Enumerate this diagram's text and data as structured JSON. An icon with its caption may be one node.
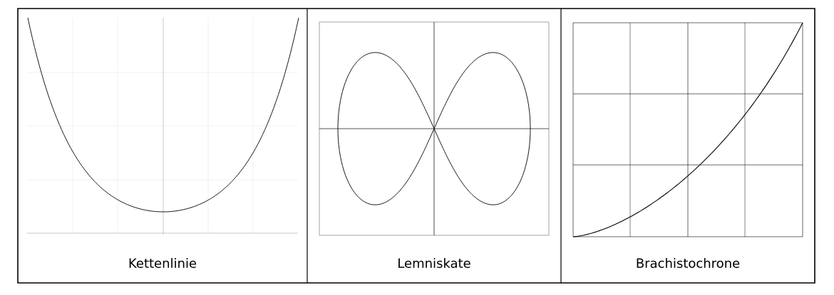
{
  "diagram": {
    "labels": [
      "Kettenlinie",
      "Lemniskate",
      "Brachistochrone"
    ]
  }
}
